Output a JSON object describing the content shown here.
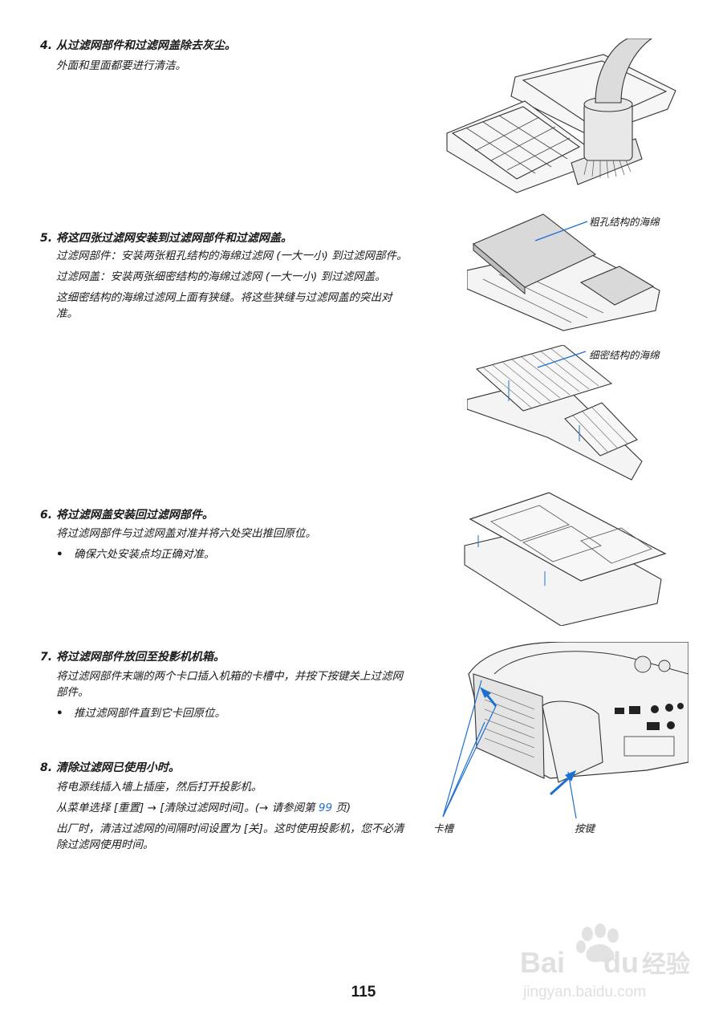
{
  "steps": [
    {
      "title": "4. 从过滤网部件和过滤网盖除去灰尘。",
      "paragraphs": [
        "外面和里面都要进行清洁。"
      ]
    },
    {
      "title": "5. 将这四张过滤网安装到过滤网部件和过滤网盖。",
      "paragraphs": [
        "过滤网部件：安装两张粗孔结构的海绵过滤网 (一大一小) 到过滤网部件。",
        "过滤网盖：安装两张细密结构的海绵过滤网 (一大一小) 到过滤网盖。",
        "这细密结构的海绵过滤网上面有狭缝。将这些狭缝与过滤网盖的突出对准。"
      ]
    },
    {
      "title": "6. 将过滤网盖安装回过滤网部件。",
      "paragraphs": [
        "将过滤网部件与过滤网盖对准并将六处突出推回原位。"
      ],
      "bullet": "确保六处安装点均正确对准。"
    },
    {
      "title": "7. 将过滤网部件放回至投影机机箱。",
      "paragraphs": [
        "将过滤网部件末端的两个卡口插入机箱的卡槽中，并按下按键关上过滤网部件。"
      ],
      "bullet": "推过滤网部件直到它卡回原位。"
    },
    {
      "title": "8. 清除过滤网已使用小时。",
      "paragraphs": [
        "将电源线插入墙上插座，然后打开投影机。",
        "出厂时，清洁过滤网的间隔时间设置为 [关]。这时使用投影机，您不必清除过滤网使用时间。"
      ],
      "menu_line": {
        "prefix": "从菜单选择 [重置] → [清除过滤网时间]。(→ 请参阅第 ",
        "page": "99",
        "suffix": " 页)"
      }
    }
  ],
  "callouts": {
    "coarse_sponge": "粗孔结构的海绵",
    "fine_sponge": "细密结构的海绵",
    "slot": "卡槽",
    "button": "按键"
  },
  "page_number": "115",
  "watermark": {
    "brand": "Baidu",
    "brand_cn": "经验",
    "url": "jingyan.baidu.com"
  },
  "colors": {
    "callout_line": "#1e6fd1",
    "link": "#1e6fd1"
  }
}
